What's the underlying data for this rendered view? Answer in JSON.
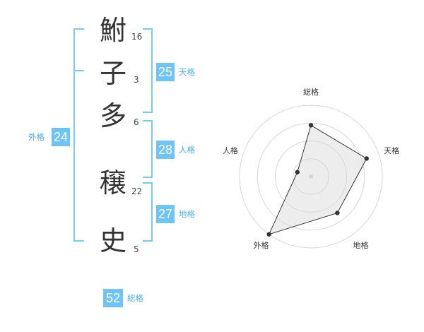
{
  "name_chars": [
    {
      "char": "鮒",
      "strokes": "16"
    },
    {
      "char": "子",
      "strokes": "3"
    },
    {
      "char": "多",
      "strokes": "6"
    },
    {
      "char": "穣",
      "strokes": "22"
    },
    {
      "char": "史",
      "strokes": "5"
    }
  ],
  "fortune": {
    "tenkaku": {
      "value": "25",
      "label": "天格"
    },
    "jinkaku": {
      "value": "28",
      "label": "人格"
    },
    "chikaku": {
      "value": "27",
      "label": "地格"
    },
    "gaikaku": {
      "value": "24",
      "label": "外格"
    },
    "soukaku": {
      "value": "52",
      "label": "総格"
    }
  },
  "colors": {
    "accent": "#6ec3f7",
    "label": "#45b0ef",
    "bracket": "#7cc8f5"
  },
  "chart_data": {
    "type": "radar",
    "axes": [
      "総格",
      "天格",
      "地格",
      "外格",
      "人格"
    ],
    "values": [
      0.72,
      0.82,
      0.63,
      1.0,
      0.2
    ],
    "rings": 4,
    "range": [
      0,
      1
    ]
  }
}
